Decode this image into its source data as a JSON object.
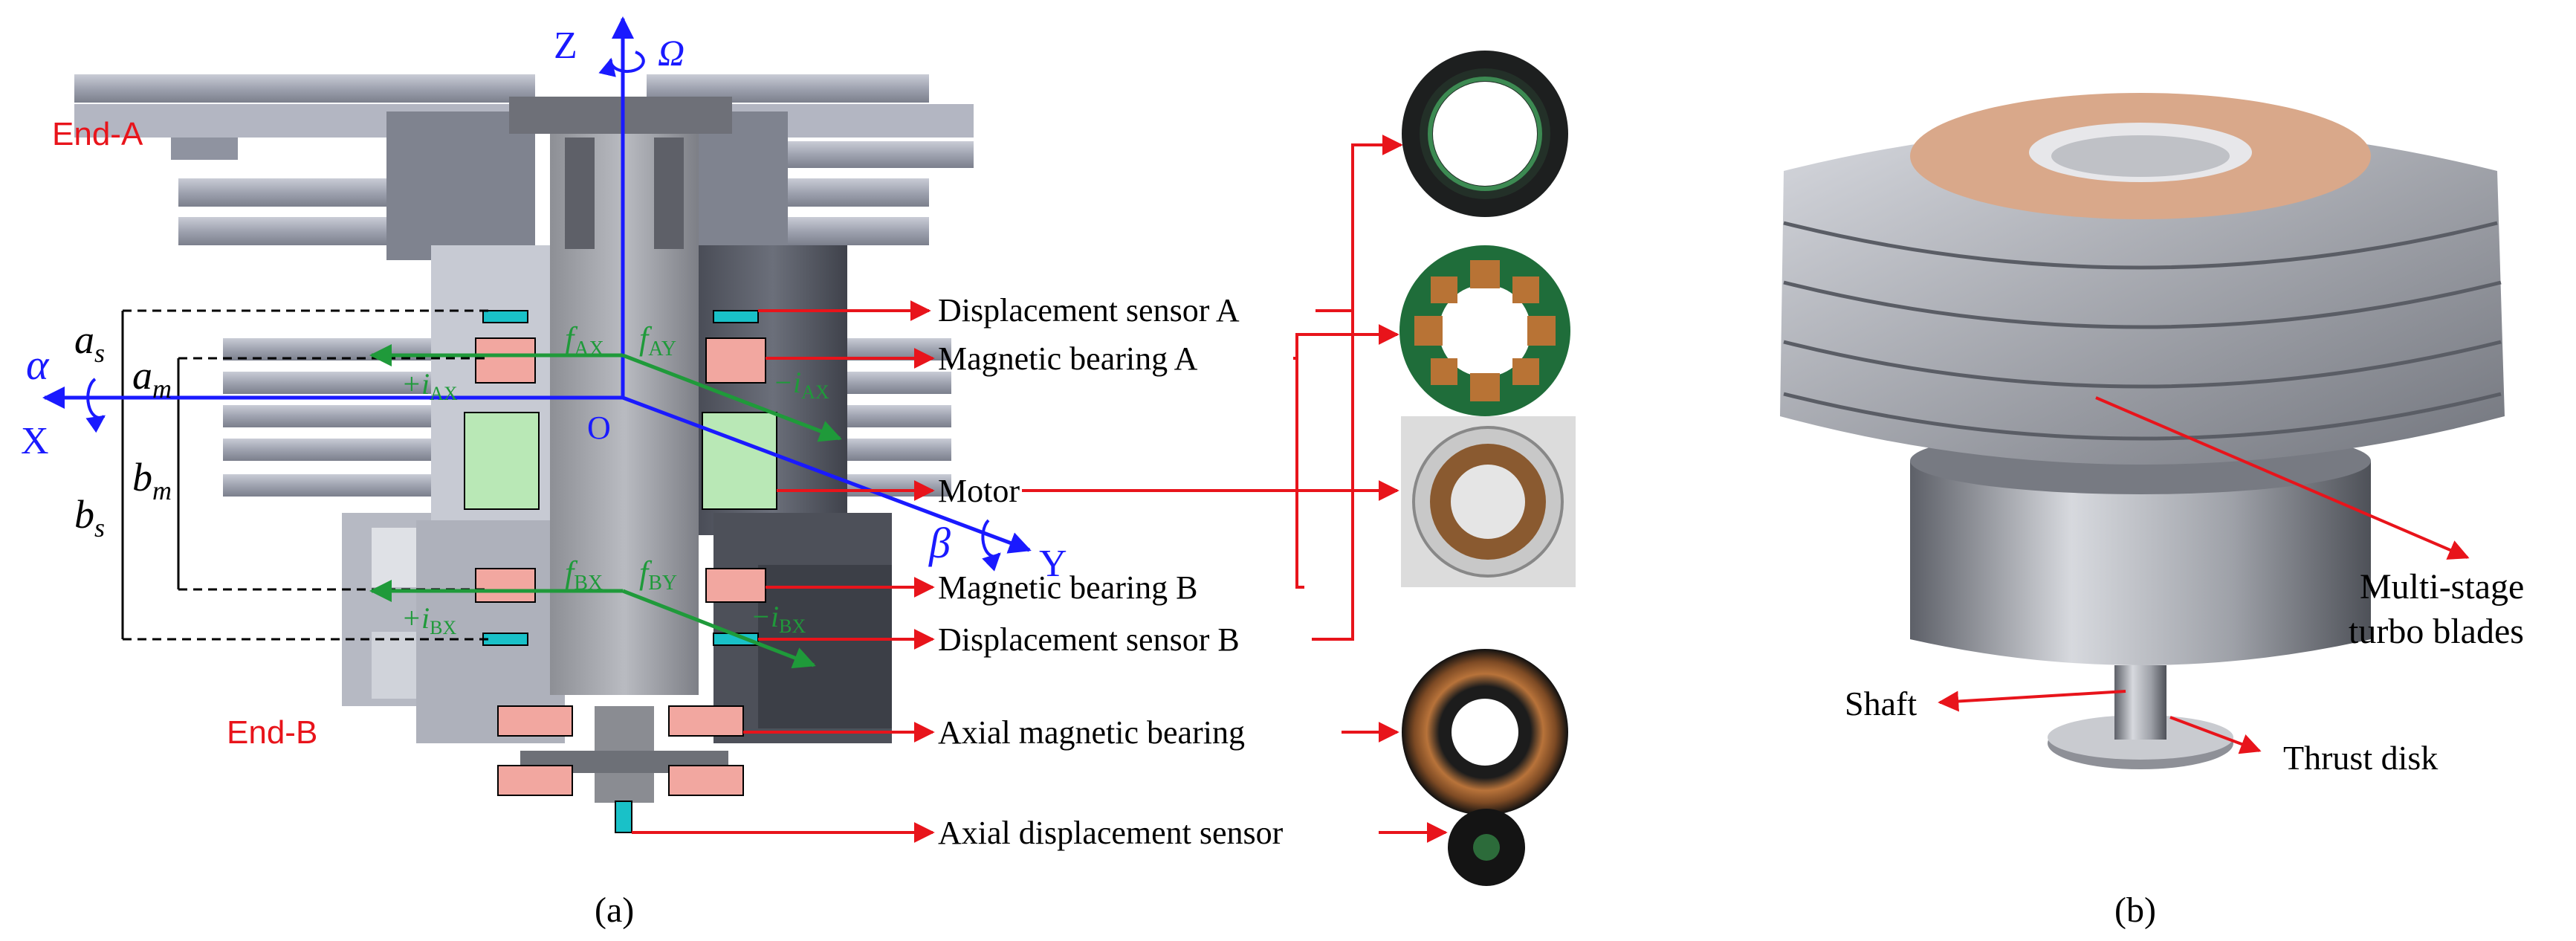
{
  "panel_a": {
    "caption": "(a)",
    "end_a": "End-A",
    "end_b": "End-B",
    "axis_z": "Z",
    "omega": "Ω",
    "axis_x": "X",
    "alpha": "α",
    "axis_y": "Y",
    "beta": "β",
    "origin": "O",
    "dim_as": "a",
    "dim_as_sub": "s",
    "dim_am": "a",
    "dim_am_sub": "m",
    "dim_bs": "b",
    "dim_bs_sub": "s",
    "dim_bm": "b",
    "dim_bm_sub": "m",
    "f_ax": "f",
    "f_ax_sub": "AX",
    "f_ay": "f",
    "f_ay_sub": "AY",
    "f_bx": "f",
    "f_bx_sub": "BX",
    "f_by": "f",
    "f_by_sub": "BY",
    "i_ax_pos": "+i",
    "i_ax_pos_sub": "AX",
    "i_ax_neg": "−i",
    "i_ax_neg_sub": "AX",
    "i_bx_pos": "+i",
    "i_bx_pos_sub": "BX",
    "i_bx_neg": "−i",
    "i_bx_neg_sub": "BX",
    "labels": [
      "Displacement sensor A",
      "Magnetic bearing A",
      "Motor",
      "Magnetic bearing B",
      "Displacement sensor B",
      "Axial magnetic bearing",
      "Axial displacement sensor"
    ]
  },
  "panel_b": {
    "caption": "(b)",
    "blades": "Multi-stage",
    "blades_line2": "turbo blades",
    "shaft": "Shaft",
    "thrust": "Thrust disk"
  },
  "colors": {
    "red": "#e8141b",
    "blue": "#1a1aff",
    "green": "#1f9a3a",
    "cyan": "#19c1c8",
    "coil_pink": "#f2a7a0",
    "motor_green": "#b9e8b6"
  }
}
